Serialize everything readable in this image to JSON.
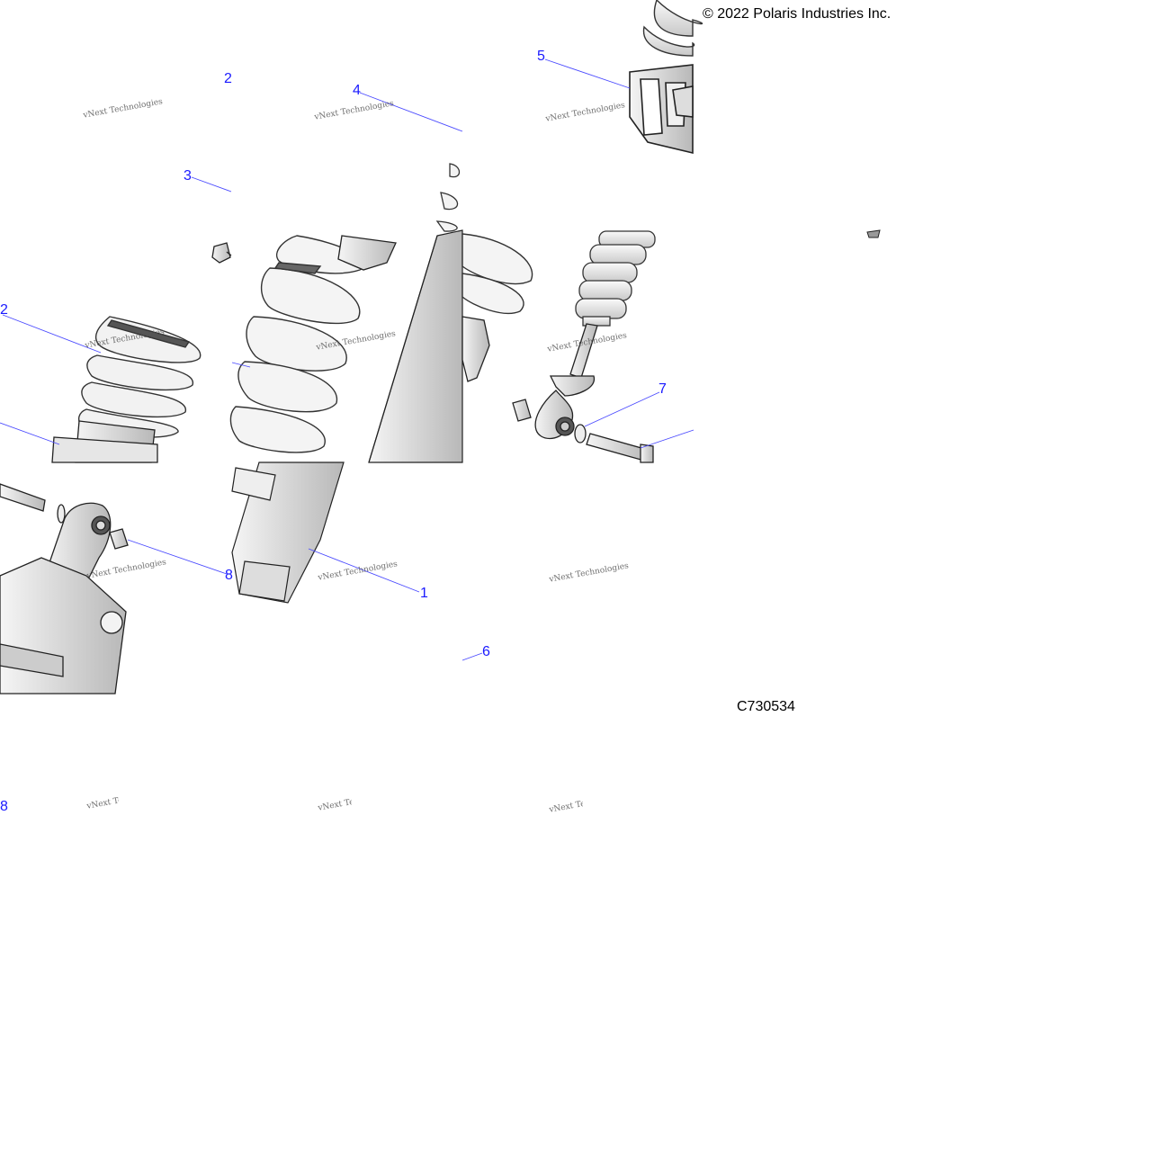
{
  "copyright": "© 2022 Polaris Industries Inc.",
  "figure_id": "C730534",
  "watermark_text": "vNext Technologies",
  "callouts": {
    "c1": "1",
    "c2a": "2",
    "c2b": "2",
    "c3": "3",
    "c4": "4",
    "c5": "5",
    "c6": "6",
    "c7": "7",
    "c8a": "8",
    "c8b": "8"
  },
  "colors": {
    "leader_line": "#4a4aff",
    "callout_text": "#1a1aff",
    "part_fill": "#e8e8e8",
    "part_stroke": "#222222"
  },
  "icons": [
    "coil-spring",
    "shock-body",
    "mounting-bolt",
    "bushing",
    "washer",
    "spring-retainer"
  ]
}
